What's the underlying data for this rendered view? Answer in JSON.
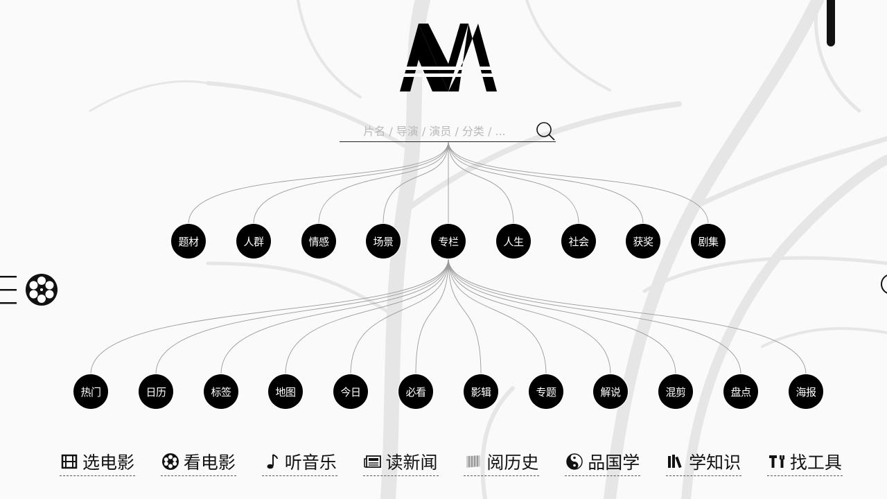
{
  "search": {
    "placeholder": "片名 / 导演 / 演员 / 分类 / ..."
  },
  "level1": [
    "题材",
    "人群",
    "情感",
    "场景",
    "专栏",
    "人生",
    "社会",
    "获奖",
    "剧集"
  ],
  "level2": [
    "热门",
    "日历",
    "标签",
    "地图",
    "今日",
    "必看",
    "影辑",
    "专题",
    "解说",
    "混剪",
    "盘点",
    "海报"
  ],
  "nav": [
    {
      "label": "选电影",
      "icon": "film-strip-icon"
    },
    {
      "label": "看电影",
      "icon": "film-reel-icon"
    },
    {
      "label": "听音乐",
      "icon": "music-note-icon"
    },
    {
      "label": "读新闻",
      "icon": "newspaper-icon"
    },
    {
      "label": "阅历史",
      "icon": "scroll-icon"
    },
    {
      "label": "品国学",
      "icon": "yin-yang-icon"
    },
    {
      "label": "学知识",
      "icon": "books-icon"
    },
    {
      "label": "找工具",
      "icon": "tools-icon"
    }
  ],
  "colors": {
    "node": "#000000",
    "line": "#9a9a9a",
    "background": "#fafafa"
  }
}
